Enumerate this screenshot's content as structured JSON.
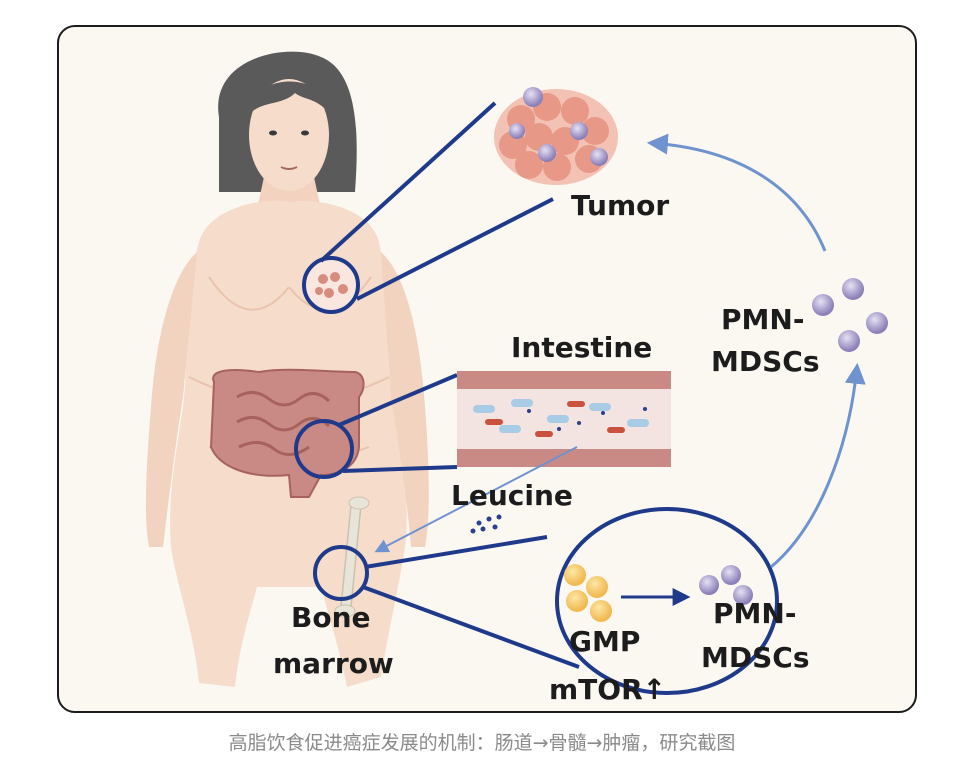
{
  "figure": {
    "labels": {
      "tumor": "Tumor",
      "intestine": "Intestine",
      "leucine": "Leucine",
      "bone_line1": "Bone",
      "bone_line2": "marrow",
      "pmn_top_line1": "PMN-",
      "pmn_top_line2": "MDSCs",
      "pmn_bottom_line1": "PMN-",
      "pmn_bottom_line2": "MDSCs",
      "gmp": "GMP",
      "mtor": "mTOR↑"
    },
    "colors": {
      "outline_blue": "#1f3a8a",
      "arrow_blue": "#6f93cf",
      "skin": "#f6dccb",
      "hair": "#5a5a5a",
      "mdsc_purple": "#8b7fb8",
      "gmp_orange": "#f1b84e",
      "gut_pink": "#c98a86"
    }
  },
  "caption": "高脂饮食促进癌症发展的机制：肠道→骨髓→肿瘤，研究截图"
}
